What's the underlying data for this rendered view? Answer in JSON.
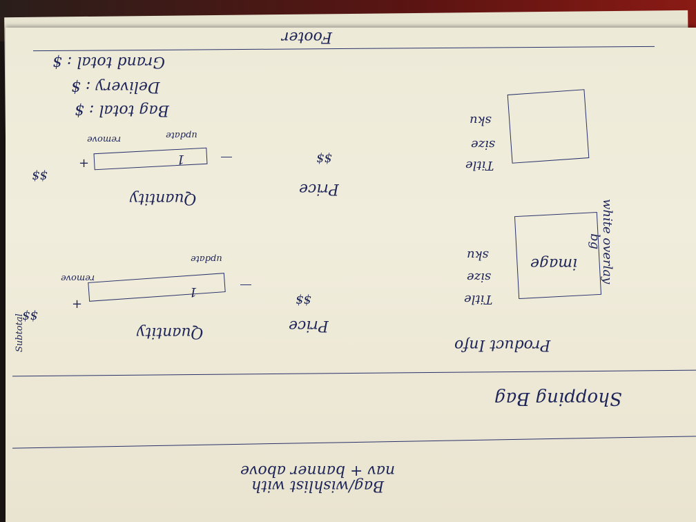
{
  "banner_note": "Bag/wishlist with\nnav + banner above",
  "page_title": "Shopping Bag",
  "footer_label": "Footer",
  "overlay_note": "white overlay\nbg",
  "table_headers": {
    "product_info": "Product Info",
    "price": "Price",
    "quantity": "Quantity",
    "subtotal": "Subtotal"
  },
  "items": [
    {
      "image_label": "image",
      "title": "Title",
      "size": "size",
      "sku": "sku",
      "price": "$$",
      "quantity": "1",
      "minus": "-",
      "plus": "+",
      "update": "update",
      "remove": "remove",
      "subtotal": "$$"
    },
    {
      "image_label": "",
      "title": "Title",
      "size": "size",
      "sku": "sku",
      "price": "$$",
      "quantity": "1",
      "minus": "-",
      "plus": "+",
      "update": "update",
      "remove": "remove",
      "subtotal": "$$"
    }
  ],
  "price_header_2": "Price",
  "quantity_header_2": "Quantity",
  "totals": {
    "bag_total": "Bag total : $",
    "delivery": "Delivery : $",
    "grand_total": "Grand total : $"
  }
}
